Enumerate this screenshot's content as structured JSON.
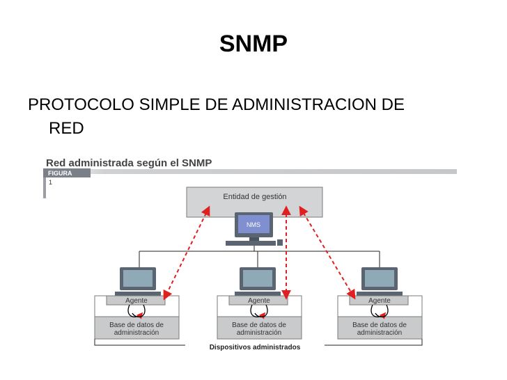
{
  "slide": {
    "title": "SNMP",
    "subtitle_line1": "PROTOCOLO SIMPLE DE ADMINISTRACION DE",
    "subtitle_line2": "RED"
  },
  "figure": {
    "caption": "Red administrada según el SNMP",
    "tag": "FIGURA",
    "number": "1",
    "manager_label": "Entidad de gestión",
    "nms_label": "NMS",
    "agent_label": "Agente",
    "mib_line1": "Base de datos de",
    "mib_line2": "administración",
    "devices_label": "Dispositivos administrados"
  },
  "colors": {
    "arrow": "#e02020",
    "manager_fill": "#d3d4d6",
    "agent_fill": "#c9cacc",
    "computer_body": "#5b6572",
    "screen": "#8fa9b6",
    "nms_screen": "#7f8fd0",
    "figure_bar": "#7b8088"
  }
}
